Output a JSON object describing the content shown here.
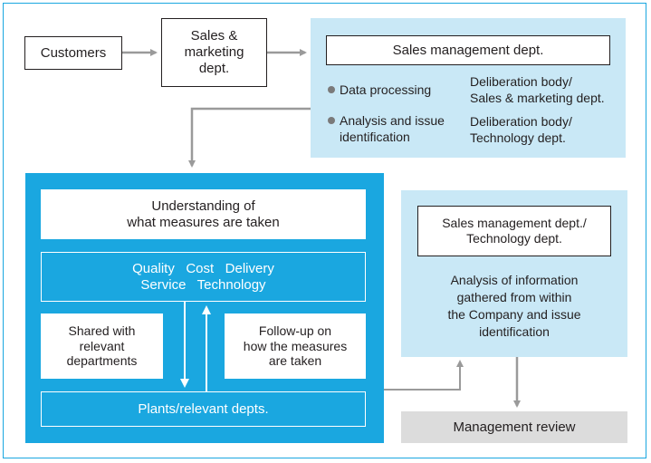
{
  "customers": "Customers",
  "sales_marketing": [
    "Sales &",
    "marketing",
    "dept."
  ],
  "sales_mgmt": {
    "title": "Sales management dept.",
    "bullet1": "Data processing",
    "bullet2_lines": [
      "Analysis and issue",
      "identification"
    ],
    "deliberation1": [
      "Deliberation body/",
      "Sales & marketing dept."
    ],
    "deliberation2": [
      "Deliberation body/",
      "Technology dept."
    ]
  },
  "blue_panel": {
    "understanding": [
      "Understanding of",
      "what measures are taken"
    ],
    "qcd_line1": "Quality   Cost   Delivery",
    "qcd_line2": "Service   Technology",
    "shared": [
      "Shared with",
      "relevant",
      "departments"
    ],
    "followup": [
      "Follow-up on",
      "how the measures",
      "are taken"
    ],
    "plants": "Plants/relevant depts."
  },
  "analysis_panel": {
    "title": [
      "Sales management dept./",
      "Technology dept."
    ],
    "text": [
      "Analysis of information",
      "gathered from within",
      "the Company and issue",
      "identification"
    ]
  },
  "management_review": "Management review",
  "colors": {
    "accent_blue": "#1aa7e0",
    "light_blue": "#c9e8f6",
    "grey": "#dcdcdc",
    "arrow": "#9a9a9a"
  }
}
